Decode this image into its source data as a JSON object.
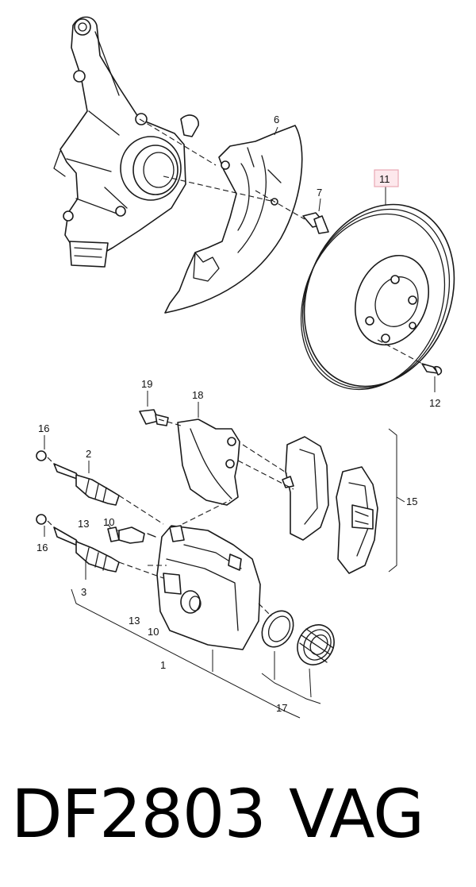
{
  "callouts": {
    "c1": "1",
    "c2": "2",
    "c3": "3",
    "c6": "6",
    "c7": "7",
    "c10a": "10",
    "c10b": "10",
    "c11": "11",
    "c12": "12",
    "c13a": "13",
    "c13b": "13",
    "c15": "15",
    "c16a": "16",
    "c16b": "16",
    "c17": "17",
    "c18": "18",
    "c19": "19"
  },
  "highlight_color": "#e8a8b4",
  "footer": {
    "part_number": "DF2803",
    "brand": "VAG"
  }
}
